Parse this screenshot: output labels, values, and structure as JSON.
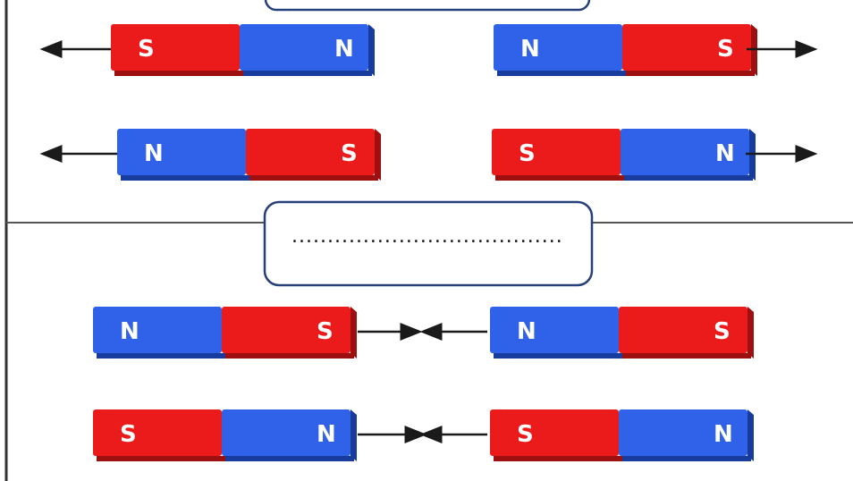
{
  "colors": {
    "north": "#2f62e8",
    "north_dark": "#173c9e",
    "south": "#ec1b1b",
    "south_dark": "#9e1010",
    "pole_text": "#ffffff",
    "line": "#1a1a1a",
    "box_border": "#27407a"
  },
  "top_box": {
    "text": ""
  },
  "middle_box": {
    "text": "......................................"
  },
  "magnet_pairs": [
    {
      "left": [
        "S",
        "N"
      ],
      "right": [
        "N",
        "S"
      ],
      "arrows": "outward"
    },
    {
      "left": [
        "N",
        "S"
      ],
      "right": [
        "S",
        "N"
      ],
      "arrows": "outward"
    },
    {
      "left": [
        "N",
        "S"
      ],
      "right": [
        "N",
        "S"
      ],
      "arrows": "inward"
    },
    {
      "left": [
        "S",
        "N"
      ],
      "right": [
        "S",
        "N"
      ],
      "arrows": "inward"
    }
  ]
}
